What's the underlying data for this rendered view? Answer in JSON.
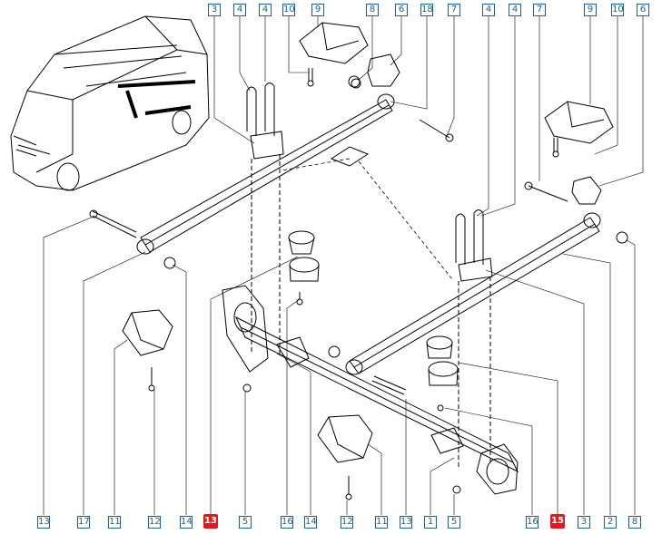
{
  "diagram": {
    "description_free": true,
    "highlight_color": "#e8151b",
    "label_color": "#1a5f9e",
    "top_labels": [
      "3",
      "4",
      "4",
      "10",
      "9",
      "8",
      "6",
      "18",
      "7",
      "4",
      "4",
      "7",
      "9",
      "10",
      "6"
    ],
    "bottom_labels": [
      "13",
      "17",
      "11",
      "12",
      "14",
      "13",
      "5",
      "16",
      "14",
      "12",
      "11",
      "13",
      "1",
      "5",
      "16",
      "15",
      "3",
      "2",
      "8"
    ],
    "highlighted": [
      "13",
      "15"
    ]
  }
}
